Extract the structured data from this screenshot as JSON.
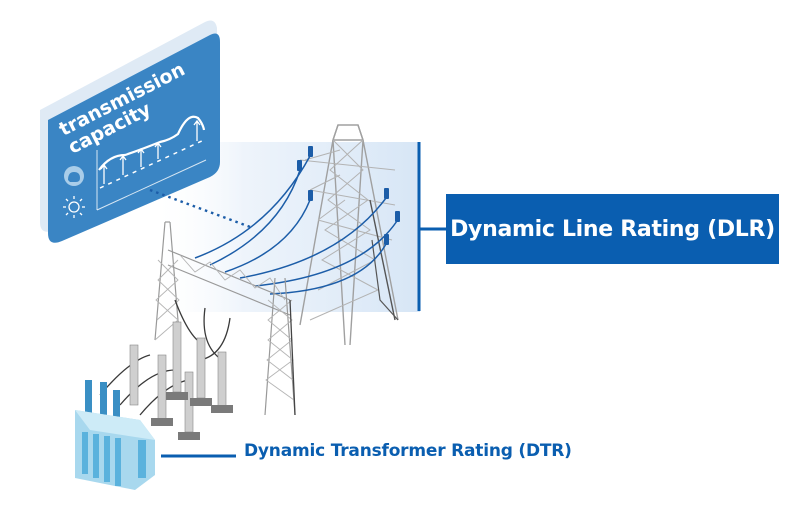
{
  "card": {
    "title_line1": "transmission",
    "title_line2": "capacity",
    "icons": [
      "weather-icon",
      "sun-icon"
    ],
    "chart_caption": "capacity curve rising over baseline"
  },
  "labels": {
    "dlr": "Dynamic Line Rating (DLR)",
    "dtr": "Dynamic Transformer Rating (DTR)"
  },
  "colors": {
    "brand_blue": "#0a5eb0",
    "card_blue": "#3a85c4",
    "card_shadow": "#dfeaf5",
    "highlight_band": "#dbe8f7",
    "wire_blue": "#1c5da8",
    "steel_gray": "#9a9a9a",
    "transformer_blue": "#8fcbe8"
  }
}
